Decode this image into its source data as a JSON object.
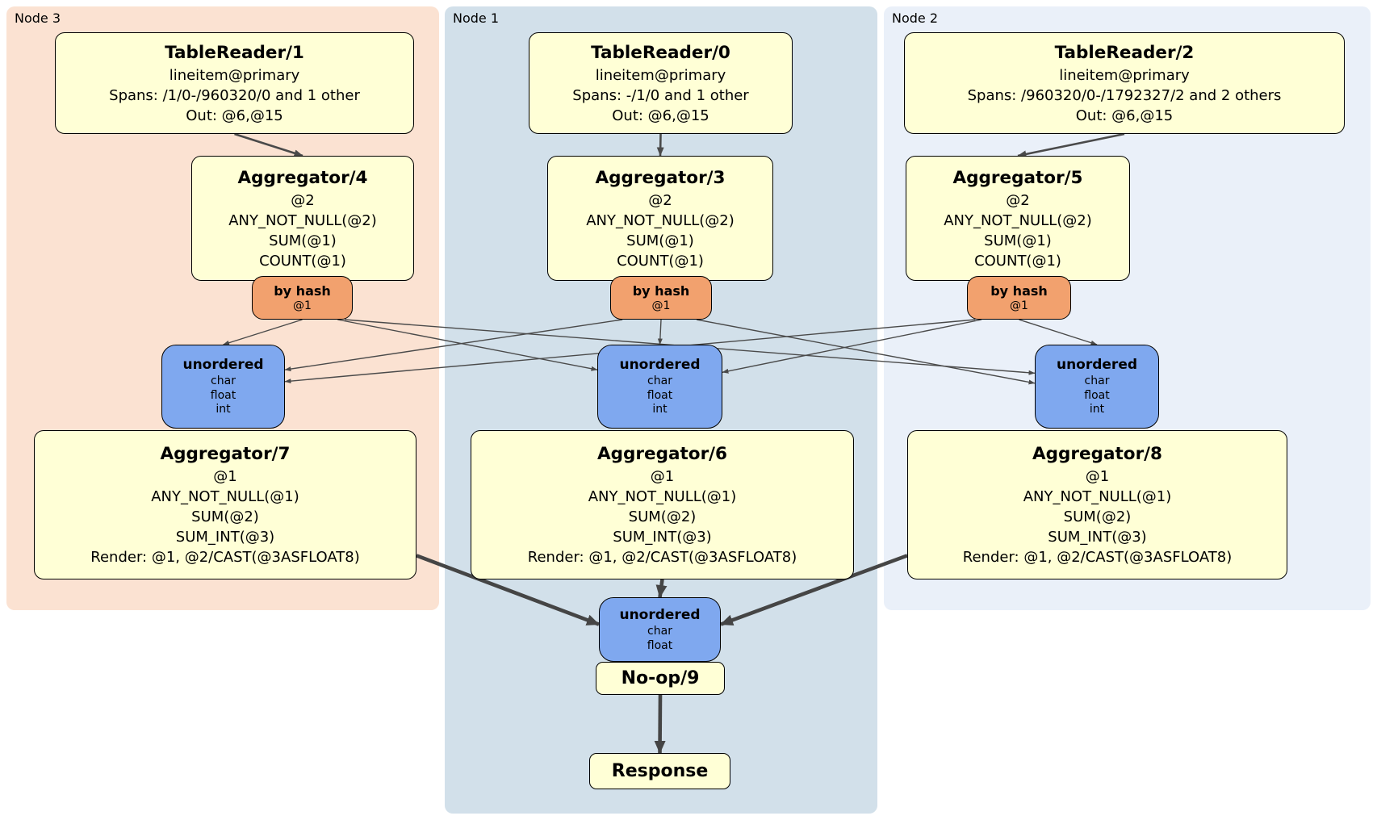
{
  "diagram_type": "distributed-sql-plan",
  "regions": [
    {
      "id": "node3",
      "label": "Node 3"
    },
    {
      "id": "node1",
      "label": "Node 1"
    },
    {
      "id": "node2",
      "label": "Node 2"
    }
  ],
  "boxes": {
    "tr1": {
      "title": "TableReader/1",
      "lines": [
        "lineitem@primary",
        "Spans: /1/0-/960320/0 and 1 other",
        "Out: @6,@15"
      ]
    },
    "tr0": {
      "title": "TableReader/0",
      "lines": [
        "lineitem@primary",
        "Spans: -/1/0 and 1 other",
        "Out: @6,@15"
      ]
    },
    "tr2": {
      "title": "TableReader/2",
      "lines": [
        "lineitem@primary",
        "Spans: /960320/0-/1792327/2 and 2 others",
        "Out: @6,@15"
      ]
    },
    "agg4": {
      "title": "Aggregator/4",
      "lines": [
        "@2",
        "ANY_NOT_NULL(@2)",
        "SUM(@1)",
        "COUNT(@1)"
      ]
    },
    "agg3": {
      "title": "Aggregator/3",
      "lines": [
        "@2",
        "ANY_NOT_NULL(@2)",
        "SUM(@1)",
        "COUNT(@1)"
      ]
    },
    "agg5": {
      "title": "Aggregator/5",
      "lines": [
        "@2",
        "ANY_NOT_NULL(@2)",
        "SUM(@1)",
        "COUNT(@1)"
      ]
    },
    "agg7": {
      "title": "Aggregator/7",
      "lines": [
        "@1",
        "ANY_NOT_NULL(@1)",
        "SUM(@2)",
        "SUM_INT(@3)",
        "Render: @1, @2/CAST(@3ASFLOAT8)"
      ]
    },
    "agg6": {
      "title": "Aggregator/6",
      "lines": [
        "@1",
        "ANY_NOT_NULL(@1)",
        "SUM(@2)",
        "SUM_INT(@3)",
        "Render: @1, @2/CAST(@3ASFLOAT8)"
      ]
    },
    "agg8": {
      "title": "Aggregator/8",
      "lines": [
        "@1",
        "ANY_NOT_NULL(@1)",
        "SUM(@2)",
        "SUM_INT(@3)",
        "Render: @1, @2/CAST(@3ASFLOAT8)"
      ]
    },
    "router3": {
      "title": "by hash",
      "sub": "@1"
    },
    "router1": {
      "title": "by hash",
      "sub": "@1"
    },
    "router2": {
      "title": "by hash",
      "sub": "@1"
    },
    "sync3": {
      "title": "unordered",
      "items": [
        "char",
        "float",
        "int"
      ]
    },
    "sync1": {
      "title": "unordered",
      "items": [
        "char",
        "float",
        "int"
      ]
    },
    "sync2": {
      "title": "unordered",
      "items": [
        "char",
        "float",
        "int"
      ]
    },
    "syncFinal": {
      "title": "unordered",
      "items": [
        "char",
        "float"
      ]
    },
    "noop": {
      "title": "No-op/9"
    },
    "response": {
      "title": "Response"
    }
  },
  "colors": {
    "node3_bg": "#fbe2d2",
    "node1_bg": "#d2e0ea",
    "node2_bg": "#eaf0f9",
    "box_bg": "#ffffd6",
    "router_bg": "#f2a16e",
    "sync_bg": "#7fa8ef",
    "edge": "#4a4a4a"
  },
  "edges": [
    {
      "from": "tablereader-1-box",
      "to": "aggregator-4-box",
      "style": "med"
    },
    {
      "from": "tablereader-0-box",
      "to": "aggregator-3-box",
      "style": "med"
    },
    {
      "from": "tablereader-2-box",
      "to": "aggregator-5-box",
      "style": "med"
    },
    {
      "from": "by-hash-router-node3",
      "to": "unordered-sync-node3",
      "style": "thin"
    },
    {
      "from": "by-hash-router-node3",
      "fromSide": "bottom",
      "fromF": 0.85,
      "to": "unordered-sync-node1",
      "toSide": "left",
      "toF": 0.3,
      "style": "thin"
    },
    {
      "from": "by-hash-router-node3",
      "fromSide": "bottom",
      "fromF": 0.92,
      "to": "unordered-sync-node2",
      "toSide": "left",
      "toF": 0.34,
      "style": "thin"
    },
    {
      "from": "by-hash-router-node1",
      "fromSide": "bottom",
      "fromF": 0.12,
      "to": "unordered-sync-node3",
      "toSide": "right",
      "toF": 0.3,
      "style": "thin"
    },
    {
      "from": "by-hash-router-node1",
      "to": "unordered-sync-node1",
      "style": "thin"
    },
    {
      "from": "by-hash-router-node1",
      "fromSide": "bottom",
      "fromF": 0.85,
      "to": "unordered-sync-node2",
      "toSide": "left",
      "toF": 0.46,
      "style": "thin"
    },
    {
      "from": "by-hash-router-node2",
      "fromSide": "bottom",
      "fromF": 0.08,
      "to": "unordered-sync-node3",
      "toSide": "right",
      "toF": 0.44,
      "style": "thin"
    },
    {
      "from": "by-hash-router-node2",
      "fromSide": "bottom",
      "fromF": 0.14,
      "to": "unordered-sync-node1",
      "toSide": "right",
      "toF": 0.33,
      "style": "thin"
    },
    {
      "from": "by-hash-router-node2",
      "to": "unordered-sync-node2",
      "style": "thin"
    },
    {
      "from": "aggregator-7-box",
      "fromSide": "right",
      "fromF": 0.84,
      "to": "unordered-sync-final",
      "toSide": "left",
      "toF": 0.42,
      "style": "thick"
    },
    {
      "from": "aggregator-6-box",
      "to": "unordered-sync-final",
      "style": "thick"
    },
    {
      "from": "aggregator-8-box",
      "fromSide": "left",
      "fromF": 0.84,
      "to": "unordered-sync-final",
      "toSide": "right",
      "toF": 0.42,
      "style": "thick"
    },
    {
      "from": "noop-box",
      "to": "response-box",
      "style": "thick"
    }
  ]
}
